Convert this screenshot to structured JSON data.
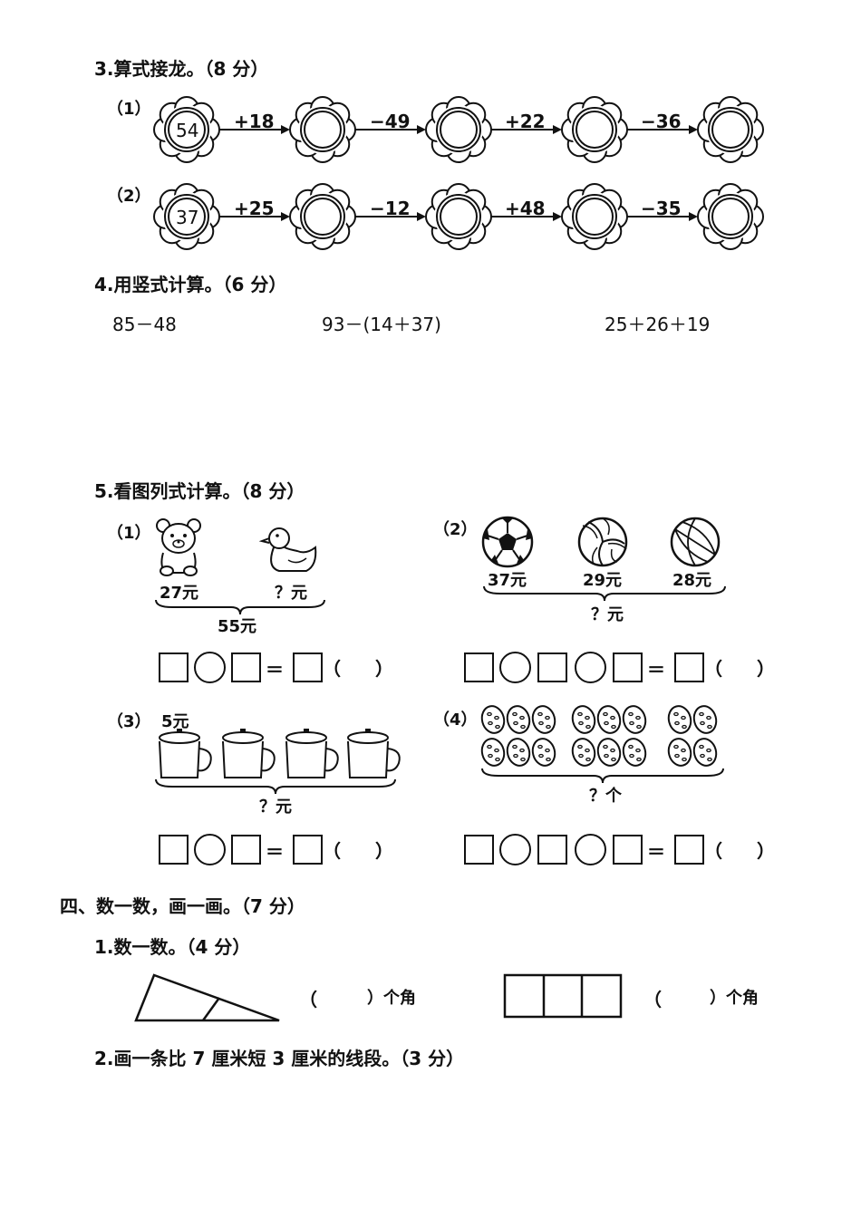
{
  "q3": {
    "title": "3.算式接龙。（8 分）",
    "rows": [
      {
        "label": "（1）",
        "start": "54",
        "ops": [
          "+18",
          "−49",
          "+22",
          "−36"
        ]
      },
      {
        "label": "（2）",
        "start": "37",
        "ops": [
          "+25",
          "−12",
          "+48",
          "−35"
        ]
      }
    ]
  },
  "q4": {
    "title": "4.用竖式计算。（6 分）",
    "problems": [
      "85－48",
      "93－(14＋37)",
      "25＋26＋19"
    ]
  },
  "q5": {
    "title": "5.看图列式计算。（8 分）",
    "p1": {
      "label": "（1）",
      "bear_price": "27元",
      "duck_price": "？元",
      "total": "55元"
    },
    "p2": {
      "label": "（2）",
      "soccer_price": "37元",
      "volleyball_price": "29元",
      "basketball_price": "28元",
      "total": "？元"
    },
    "p3": {
      "label": "（3）",
      "unit_price": "5元",
      "total": "？元"
    },
    "p4": {
      "label": "（4）",
      "total": "？个"
    },
    "equals": "＝",
    "paren_open": "（",
    "paren_close": "）"
  },
  "section4": {
    "title": "四、数一数，画一画。（7 分）",
    "q1": {
      "title": "1.数一数。（4 分）",
      "answer_unit": "）个角",
      "paren_open": "（"
    },
    "q2": {
      "title": "2.画一条比 7 厘米短 3 厘米的线段。（3 分）"
    }
  }
}
